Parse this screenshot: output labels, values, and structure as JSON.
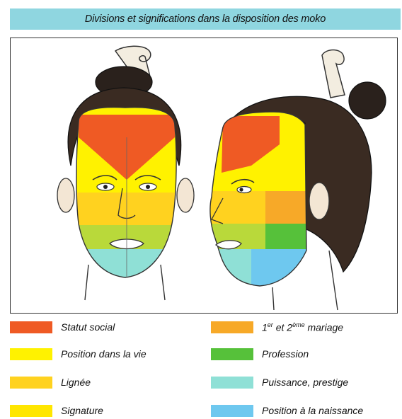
{
  "title": "Divisions et significations dans la disposition des moko",
  "colors": {
    "statut_social": "#ef5a24",
    "position_vie": "#fff200",
    "lignee": "#ffd21f",
    "signature": "#ffe600",
    "mariage": "#f7a928",
    "profession": "#56c13a",
    "puissance": "#8fe0d6",
    "naissance": "#6ec8ef"
  },
  "legend": {
    "left": [
      {
        "label": "Statut social",
        "color": "#ef5a24"
      },
      {
        "label": "Position dans la vie",
        "color": "#fff200"
      },
      {
        "label": "Lignée",
        "color": "#ffd21f"
      },
      {
        "label": "Signature",
        "color": "#ffe600"
      }
    ],
    "right": [
      {
        "label_main": "1",
        "label_sup1": "er",
        "label_mid": " et 2",
        "label_sup2": "ème",
        "label_end": " mariage",
        "color": "#f7a928"
      },
      {
        "label": "Profession",
        "color": "#56c13a"
      },
      {
        "label": "Puissance, prestige",
        "color": "#8fe0d6"
      },
      {
        "label": "Position à la naissance",
        "color": "#6ec8ef"
      }
    ]
  }
}
